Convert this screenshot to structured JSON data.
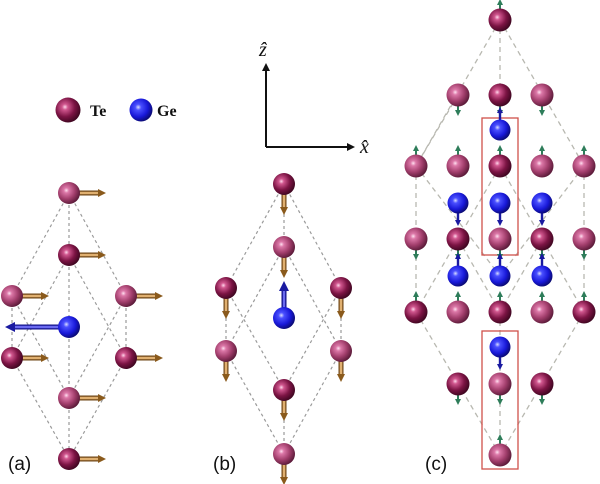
{
  "legend": {
    "items": [
      {
        "label": "Te",
        "color": "#8a1a4c"
      },
      {
        "label": "Ge",
        "color": "#1f22e0"
      }
    ]
  },
  "axes": {
    "z_label": "ẑ",
    "x_label": "x̂"
  },
  "panels": [
    {
      "id": "a",
      "label": "(a)",
      "description": "Te atoms displaced along +x, Ge displaced along -x"
    },
    {
      "id": "b",
      "label": "(b)",
      "description": "Te atoms displaced along -z, Ge displaced along +z"
    },
    {
      "id": "c",
      "label": "(c)",
      "description": "Supercell with small z displacements; red boxes highlight Ge-Te chains"
    }
  ],
  "colors": {
    "te_dark": "#7a1040",
    "te_light": "#a8426e",
    "ge": "#1f22e0",
    "arrow_te": "#b07a30",
    "arrow_ge": "#2a2ac0",
    "arrow_small": "#2e7d5a",
    "highlight_box": "#d0504a"
  }
}
